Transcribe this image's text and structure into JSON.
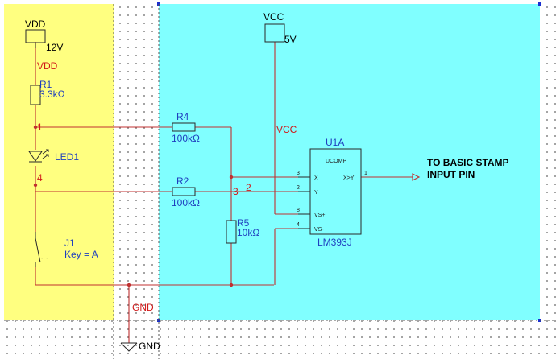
{
  "power": {
    "vdd_name": "VDD",
    "vdd_value": "12V",
    "vdd_net": "VDD",
    "vcc_name": "VCC",
    "vcc_value": "5V",
    "vcc_net": "VCC",
    "gnd_net": "GND",
    "gnd_name": "GND"
  },
  "components": {
    "r1": {
      "ref": "R1",
      "value": "3.3kΩ"
    },
    "led1": {
      "ref": "LED1"
    },
    "r4": {
      "ref": "R4",
      "value": "100kΩ"
    },
    "r2": {
      "ref": "R2",
      "value": "100kΩ"
    },
    "r5": {
      "ref": "R5",
      "value": "10kΩ"
    },
    "j1": {
      "ref": "J1",
      "key": "Key = A"
    },
    "u1": {
      "ref": "U1A",
      "part": "LM393J",
      "inner_title": "UCOMP",
      "pin_x": "X",
      "pin_y": "Y",
      "pin_vsp": "VS+",
      "pin_vsm": "VS-",
      "pin_out": "X>Y",
      "pin_num_x": "3",
      "pin_num_y": "2",
      "pin_num_vsp": "8",
      "pin_num_vsm": "4",
      "pin_num_out": "1"
    }
  },
  "nodes": {
    "n1": "1",
    "n4": "4",
    "n3": "3",
    "n2": "2"
  },
  "output_label": {
    "line1": "TO BASIC STAMP",
    "line2": "INPUT PIN"
  },
  "colors": {
    "yellow_region": "#ffff80",
    "cyan_region": "#80ffff",
    "wire": "#c03030",
    "label_blue": "#1f3fbf",
    "label_red": "#d01818"
  }
}
